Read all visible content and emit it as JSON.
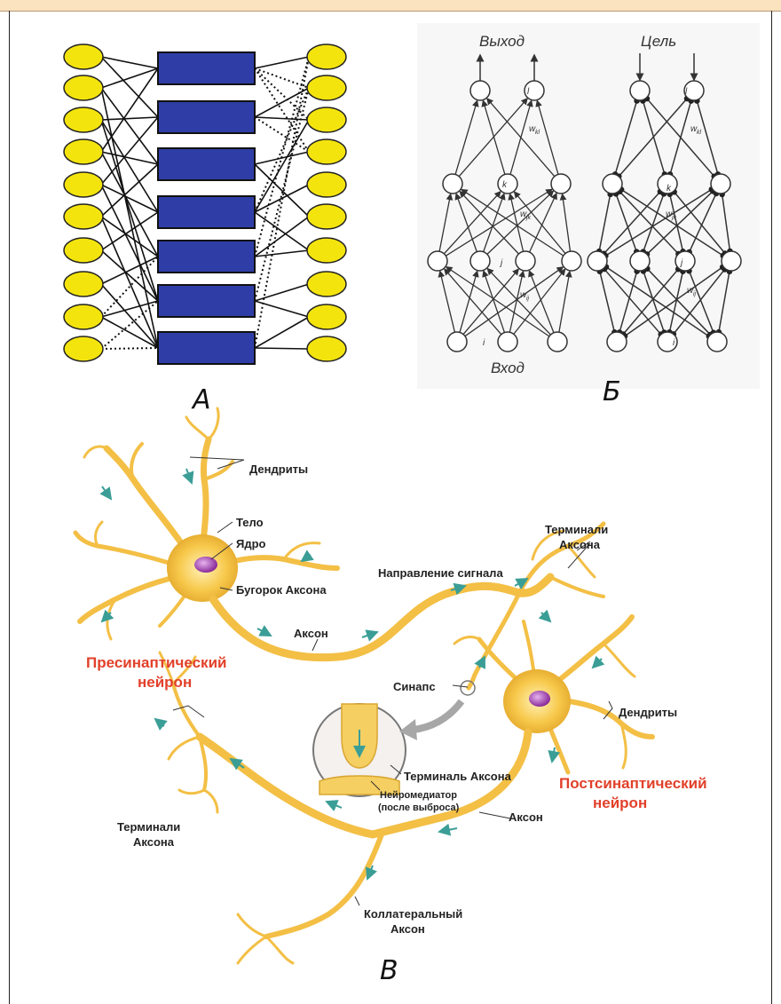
{
  "figures": {
    "a": {
      "label": "А"
    },
    "b": {
      "label": "Б",
      "output_label": "Выход",
      "target_label": "Цель",
      "input_label": "Вход",
      "node_l": "l",
      "node_k": "k",
      "node_j": "j",
      "node_i": "i",
      "w_kl": "w",
      "w_jk": "w",
      "w_ij": "w",
      "sub_kl": "kl",
      "sub_jk": "jk",
      "sub_ij": "ij"
    },
    "c": {
      "label": "В",
      "labels": {
        "dendrites_top": "Дендриты",
        "body": "Тело",
        "nucleus": "Ядро",
        "axon_hillock": "Бугорок Аксона",
        "signal_direction": "Направление сигнала",
        "axon_terminals_top_1": "Терминали",
        "axon_terminals_top_2": "Аксона",
        "axon_top": "Аксон",
        "presynaptic_1": "Пресинаптический",
        "presynaptic_2": "нейрон",
        "synapse": "Синапс",
        "dendrites_right": "Дендриты",
        "axon_terminal": "Терминаль Аксона",
        "neurotransmitter_1": "Нейромедиатор",
        "neurotransmitter_2": "(после выброса)",
        "postsynaptic_1": "Постсинаптический",
        "postsynaptic_2": "нейрон",
        "axon_terminals_bottom_1": "Терминали",
        "axon_terminals_bottom_2": "Аксона",
        "axon_bottom": "Аксон",
        "collateral_1": "Коллатеральный",
        "collateral_2": "Аксон"
      }
    }
  },
  "colors": {
    "banner": "#fbe3bf",
    "yellow_node": "#f4e40e",
    "blue_box": "#2f3ea6",
    "neuron": "#f5c348",
    "neuron_dark": "#d99a1c",
    "nucleus": "#9b3fa8",
    "arrow": "#3b9e96",
    "red_label": "#e2402a"
  }
}
